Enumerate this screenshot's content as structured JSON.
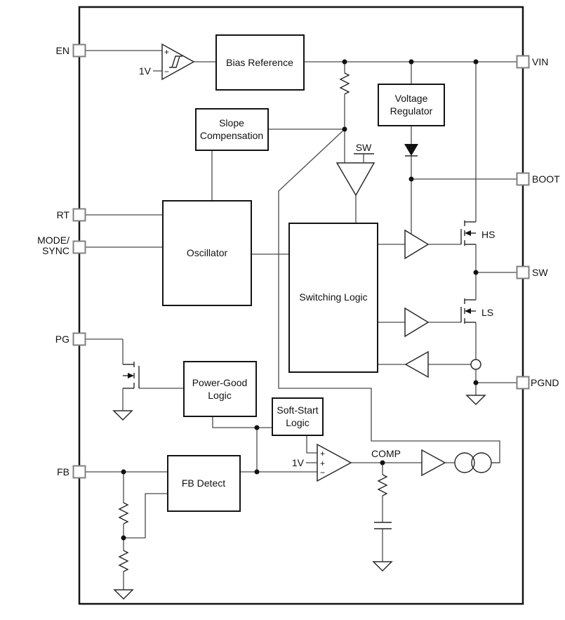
{
  "pins": {
    "en": "EN",
    "rt": "RT",
    "mode_sync_line1": "MODE/",
    "mode_sync_line2": "SYNC",
    "pg": "PG",
    "fb": "FB",
    "vin": "VIN",
    "boot": "BOOT",
    "sw": "SW",
    "pgnd": "PGND"
  },
  "blocks": {
    "bias_reference": "Bias Reference",
    "slope_compensation_line1": "Slope",
    "slope_compensation_line2": "Compensation",
    "voltage_regulator_line1": "Voltage",
    "voltage_regulator_line2": "Regulator",
    "oscillator": "Oscillator",
    "switching_logic": "Switching Logic",
    "power_good_line1": "Power-Good",
    "power_good_line2": "Logic",
    "soft_start_line1": "Soft-Start",
    "soft_start_line2": "Logic",
    "fb_detect": "FB Detect"
  },
  "labels": {
    "en_comparator_ref": "1V",
    "error_amp_ref": "1V",
    "sw_internal_node": "SW",
    "comp_node": "COMP",
    "hs_fet": "HS",
    "ls_fet": "LS",
    "plus": "+",
    "minus": "−"
  },
  "colors": {
    "background": "#ffffff",
    "block_outline": "#141414",
    "wire": "#4a4a4a",
    "pin_border": "#808080",
    "text": "#111111"
  }
}
